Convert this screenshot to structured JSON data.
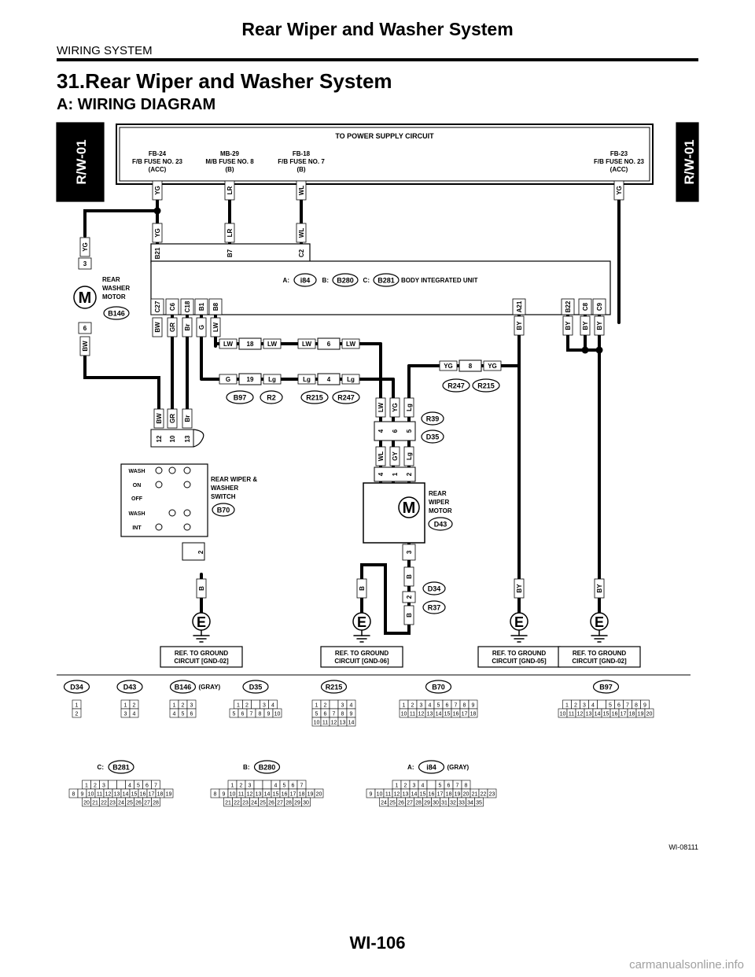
{
  "header": {
    "title": "Rear Wiper and Washer System",
    "section": "WIRING SYSTEM",
    "heading": "31.Rear Wiper and Washer System",
    "subheading": "A:  WIRING DIAGRAM"
  },
  "tabs": {
    "left": "R/W-01",
    "right": "R/W-01"
  },
  "power": {
    "title": "TO POWER SUPPLY CIRCUIT",
    "fuses": [
      {
        "lines": [
          "FB-24",
          "F/B FUSE NO. 23",
          "(ACC)"
        ]
      },
      {
        "lines": [
          "MB-29",
          "M/B FUSE NO. 8",
          "(B)"
        ]
      },
      {
        "lines": [
          "FB-18",
          "F/B FUSE NO. 7",
          "(B)"
        ]
      },
      {
        "lines": [
          "FB-23",
          "F/B FUSE NO. 23",
          "(ACC)"
        ]
      }
    ]
  },
  "biu": {
    "label": "BODY INTEGRATED UNIT",
    "prefix_a": "A:",
    "conn_a": "i84",
    "prefix_b": "B:",
    "conn_b": "B280",
    "prefix_c": "C:",
    "conn_c": "B281",
    "top_pins": [
      "B21",
      "B7",
      "C2"
    ],
    "bottom_pins": [
      "C27",
      "C6",
      "C18",
      "B1",
      "B8",
      "A21",
      "B22",
      "C8",
      "C9"
    ]
  },
  "wires": [
    "YG",
    "LR",
    "WL",
    "BW",
    "GR",
    "Br",
    "G",
    "LW",
    "BY",
    "Lg",
    "GY",
    "B"
  ],
  "washer_motor": {
    "lines": [
      "REAR",
      "WASHER",
      "MOTOR"
    ],
    "conn": "B146",
    "pin_top": "3",
    "pin_bottom": "6",
    "symbol": "M"
  },
  "switch": {
    "lines": [
      "REAR WIPER &",
      "WASHER",
      "SWITCH"
    ],
    "conn": "B70",
    "positions": [
      "WASH",
      "ON",
      "OFF",
      "WASH",
      "INT"
    ],
    "pins_top": [
      "12",
      "10",
      "13"
    ],
    "pin_bottom": "2"
  },
  "wiper_motor": {
    "lines": [
      "REAR",
      "WIPER",
      "MOTOR"
    ],
    "conn": "D43",
    "symbol": "M",
    "pins_top": [
      "4",
      "1",
      "2"
    ],
    "pin_bottom": "3"
  },
  "joints": {
    "j1": {
      "left": "LW",
      "num": "18",
      "right": "LW",
      "c1": "B97",
      "c2": "R2"
    },
    "j2": {
      "left": "G",
      "num": "19",
      "right": "Lg"
    },
    "j3": {
      "left": "LW",
      "num": "6",
      "right": "LW",
      "c1": "R215",
      "c2": "R247"
    },
    "j4": {
      "left": "Lg",
      "num": "4",
      "right": "Lg"
    },
    "j5": {
      "left": "YG",
      "num": "8",
      "right": "YG",
      "c1": "R247",
      "c2": "R215"
    },
    "j6": {
      "pins": [
        "4",
        "6",
        "5"
      ],
      "c1": "R39",
      "c2": "D35"
    },
    "j7": {
      "pins": [
        "2"
      ],
      "c1": "D34",
      "c2": "R37"
    }
  },
  "ground_symbol": "E",
  "grounds": [
    {
      "lines": [
        "REF. TO GROUND",
        "CIRCUIT [GND-02]"
      ]
    },
    {
      "lines": [
        "REF. TO GROUND",
        "CIRCUIT [GND-06]"
      ]
    },
    {
      "lines": [
        "REF. TO GROUND",
        "CIRCUIT [GND-05]"
      ]
    },
    {
      "lines": [
        "REF. TO GROUND",
        "CIRCUIT [GND-02]"
      ]
    }
  ],
  "connectors_row1": [
    {
      "name": "D34",
      "rows": [
        [
          "1"
        ],
        [
          "2"
        ]
      ]
    },
    {
      "name": "D43",
      "rows": [
        [
          "1",
          "2"
        ],
        [
          "3",
          "4"
        ]
      ]
    },
    {
      "name": "B146",
      "note": "(GRAY)",
      "rows": [
        [
          "1",
          "2",
          "3"
        ],
        [
          "4",
          "5",
          "6"
        ]
      ]
    },
    {
      "name": "D35",
      "rows": [
        [
          "1",
          "2",
          "",
          "3",
          "4"
        ],
        [
          "5",
          "6",
          "7",
          "8",
          "9",
          "10"
        ]
      ]
    },
    {
      "name": "R215",
      "rows": [
        [
          "1",
          "2",
          "",
          "3",
          "4"
        ],
        [
          "5",
          "6",
          "7",
          "8",
          "9"
        ],
        [
          "10",
          "11",
          "12",
          "13",
          "14"
        ]
      ]
    },
    {
      "name": "B70",
      "rows": [
        [
          "1",
          "2",
          "3",
          "4",
          "5",
          "6",
          "7",
          "8",
          "9"
        ],
        [
          "10",
          "11",
          "12",
          "13",
          "14",
          "15",
          "16",
          "17",
          "18"
        ]
      ]
    },
    {
      "name": "B97",
      "rows": [
        [
          "1",
          "2",
          "3",
          "4",
          "",
          "5",
          "6",
          "7",
          "8",
          "9"
        ],
        [
          "10",
          "11",
          "12",
          "13",
          "14",
          "15",
          "16",
          "17",
          "18",
          "19",
          "20"
        ]
      ]
    }
  ],
  "connectors_row2": [
    {
      "prefix": "C:",
      "name": "B281",
      "rows": [
        [
          "1",
          "2",
          "3",
          "",
          "",
          "4",
          "5",
          "6",
          "7"
        ],
        [
          "8",
          "9",
          "10",
          "11",
          "12",
          "13",
          "14",
          "15",
          "16",
          "17",
          "18",
          "19"
        ],
        [
          "20",
          "21",
          "22",
          "23",
          "24",
          "25",
          "26",
          "27",
          "28"
        ]
      ]
    },
    {
      "prefix": "B:",
      "name": "B280",
      "rows": [
        [
          "1",
          "2",
          "3",
          "",
          "",
          "4",
          "5",
          "6",
          "7"
        ],
        [
          "8",
          "9",
          "10",
          "11",
          "12",
          "13",
          "14",
          "15",
          "16",
          "17",
          "18",
          "19",
          "20"
        ],
        [
          "21",
          "22",
          "23",
          "24",
          "25",
          "26",
          "27",
          "28",
          "29",
          "30"
        ]
      ]
    },
    {
      "prefix": "A:",
      "name": "i84",
      "note": "(GRAY)",
      "rows": [
        [
          "1",
          "2",
          "3",
          "4",
          "",
          "5",
          "6",
          "7",
          "8"
        ],
        [
          "9",
          "10",
          "11",
          "12",
          "13",
          "14",
          "15",
          "16",
          "17",
          "18",
          "19",
          "20",
          "21",
          "22",
          "23"
        ],
        [
          "24",
          "25",
          "26",
          "27",
          "28",
          "29",
          "30",
          "31",
          "32",
          "33",
          "34",
          "35"
        ]
      ]
    }
  ],
  "figure_id": "WI-08111",
  "page_number": "WI-106",
  "watermark": "carmanualsonline.info"
}
